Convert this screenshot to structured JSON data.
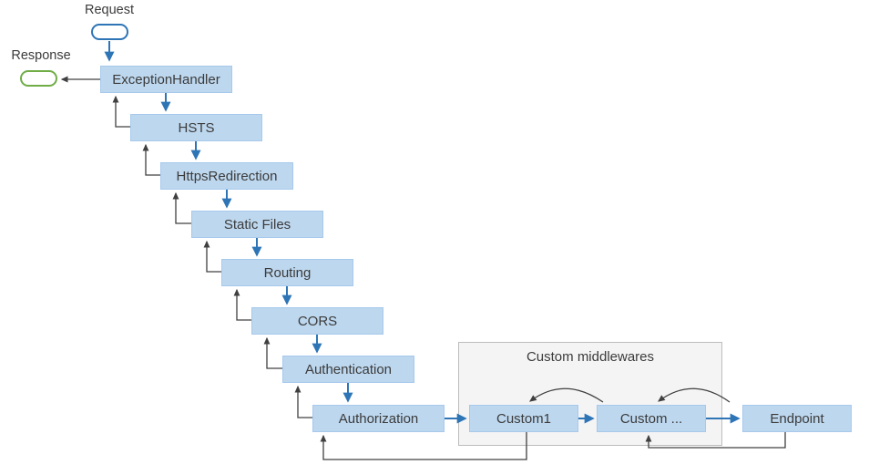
{
  "diagram": {
    "request_label": "Request",
    "response_label": "Response",
    "custom_group_label": "Custom middlewares",
    "pipeline": [
      {
        "label": "ExceptionHandler"
      },
      {
        "label": "HSTS"
      },
      {
        "label": "HttpsRedirection"
      },
      {
        "label": "Static Files"
      },
      {
        "label": "Routing"
      },
      {
        "label": "CORS"
      },
      {
        "label": "Authentication"
      },
      {
        "label": "Authorization"
      },
      {
        "label": "Custom1"
      },
      {
        "label": "Custom ..."
      },
      {
        "label": "Endpoint"
      }
    ],
    "colors": {
      "box_fill": "#BDD7EE",
      "box_border": "#A6C9EC",
      "request_accent": "#2E75B6",
      "response_accent": "#70AD47",
      "return_arrow": "#404040",
      "group_fill": "#F4F4F4",
      "group_border": "#BDBDBD"
    }
  }
}
